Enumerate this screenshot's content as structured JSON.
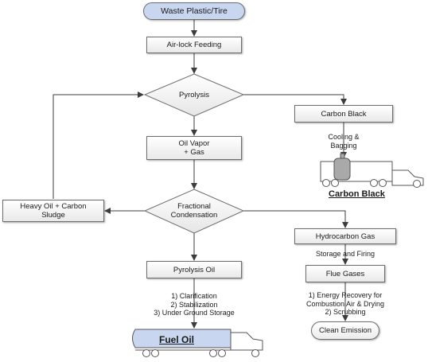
{
  "nodes": {
    "start": "Waste Plastic/Tire",
    "airlock": "Air-lock Feeding",
    "pyrolysis": "Pyrolysis",
    "carbon_black_box": "Carbon Black",
    "cooling_bagging": "Cooling &\nBagging",
    "carbon_black_truck": "Carbon Black",
    "oil_vapor": "Oil Vapor\n+ Gas",
    "fractional_condensation": "Fractional\nCondensation",
    "heavy_oil": "Heavy Oil + Carbon\nSludge",
    "hydrocarbon_gas": "Hydrocarbon Gas",
    "storage_firing": "Storage and Firing",
    "flue_gases": "Flue Gases",
    "energy_recovery": "1) Energy Recovery for\nCombustion Air & Drying\n2) Scrubbing",
    "clean_emission": "Clean Emission",
    "pyrolysis_oil": "Pyrolysis Oil",
    "oil_treatment": "1) Clarification\n2) Stabilization\n3) Under Ground Storage",
    "fuel_oil_truck": "Fuel Oil"
  },
  "colors": {
    "start_fill": "#c9d6ef",
    "tanker_fill": "#c9d6ef",
    "line": "#3c3c3c"
  }
}
